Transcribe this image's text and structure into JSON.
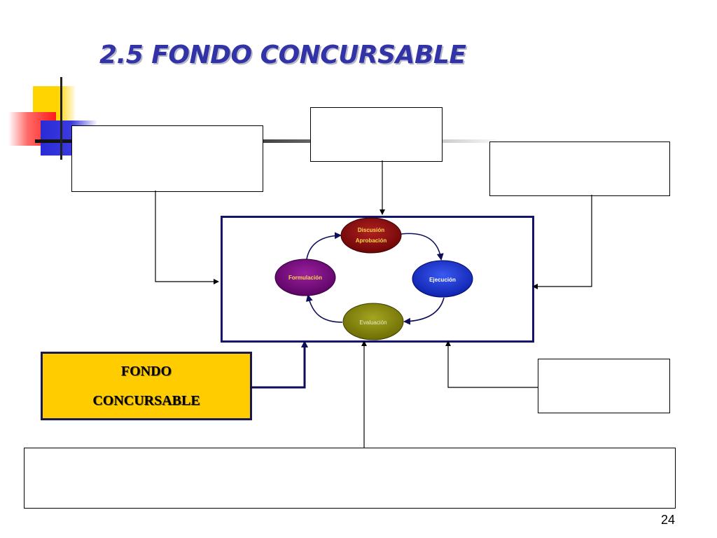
{
  "title": "2.5 FONDO CONCURSABLE",
  "cycle": {
    "discusion_line1": "Discusión",
    "discusion_line2": "Aprobación",
    "ejecucion": "Ejecución",
    "evaluacion": "Evaluación",
    "formulacion": "Formulación"
  },
  "fondo": {
    "line1": "FONDO",
    "line2": "CONCURSABLE"
  },
  "page_number": "24",
  "colors": {
    "title": "#3333a8",
    "discusion": "#8b0d0d",
    "ejecucion": "#1a35d6",
    "evaluacion": "#8a8a0a",
    "formulacion": "#7a0a82",
    "fondo_fill": "#ffcc00",
    "frame": "#14146e"
  }
}
